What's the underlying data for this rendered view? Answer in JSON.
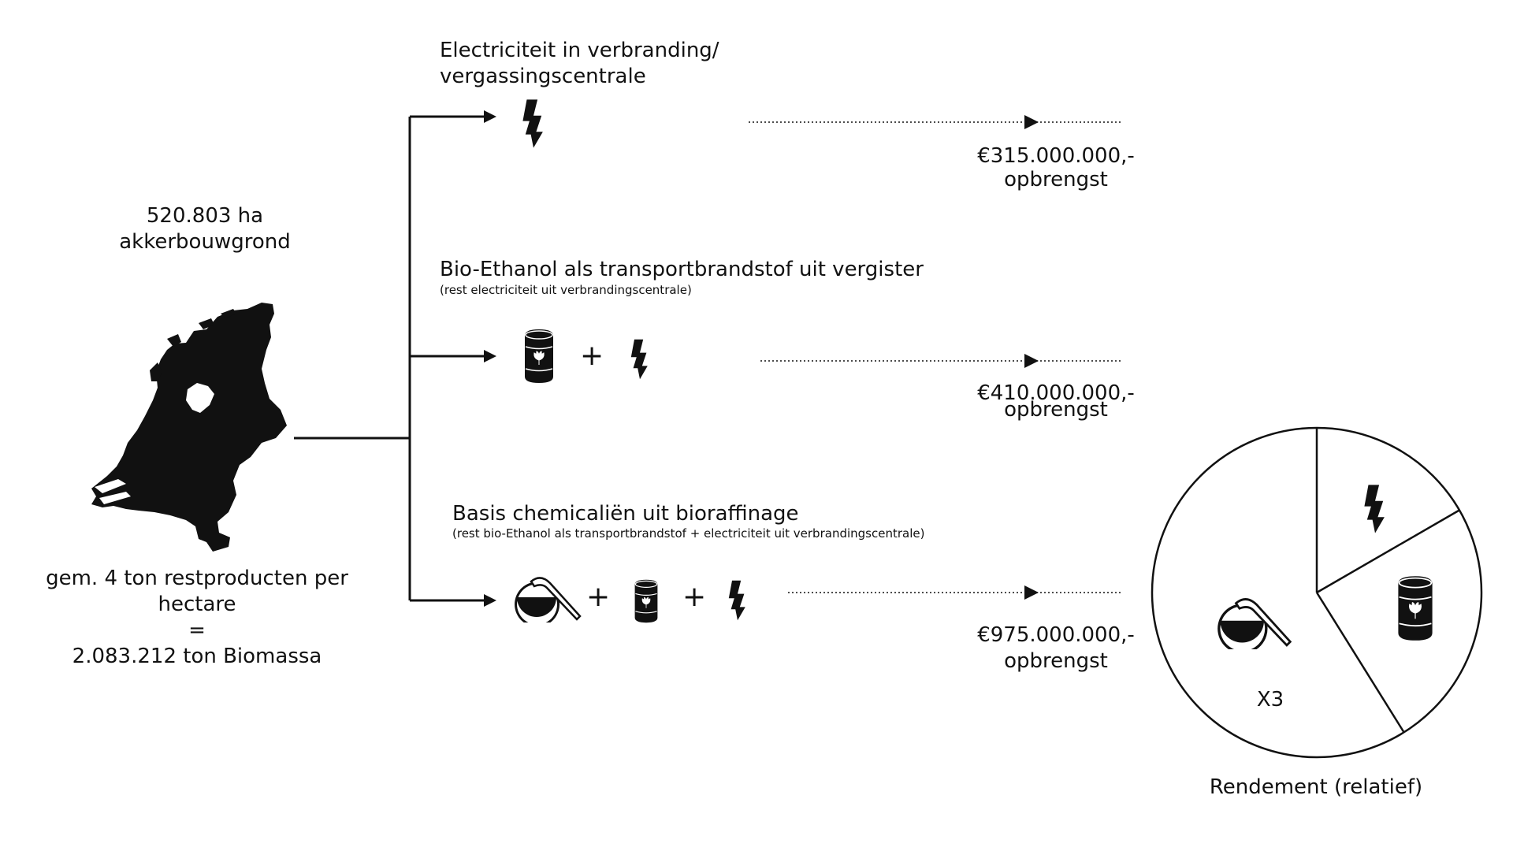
{
  "source": {
    "area_value": "520.803 ha",
    "area_label": "akkerbouwgrond",
    "formula_line1": "gem. 4 ton restproducten per hectare",
    "formula_equals": "=",
    "formula_line2": "2.083.212 ton Biomassa"
  },
  "routes": [
    {
      "title": "Electriciteit in verbranding/",
      "title_line2": "vergassingscentrale",
      "subtitle": "",
      "icons": [
        "lightning-icon"
      ],
      "amount": "€315.000.000,-",
      "amount_label": "opbrengst"
    },
    {
      "title": "Bio-Ethanol als transportbrandstof uit vergister",
      "subtitle": "(rest electriciteit uit verbrandingscentrale)",
      "icons": [
        "barrel-icon",
        "lightning-icon"
      ],
      "amount": "€410.000.000,-",
      "amount_label": "opbrengst"
    },
    {
      "title": "Basis chemicaliën uit bioraffinage",
      "subtitle": "(rest bio-Ethanol als transportbrandstof  + electriciteit uit verbrandingscentrale)",
      "icons": [
        "flask-icon",
        "barrel-icon",
        "lightning-icon"
      ],
      "amount": "€975.000.000,-",
      "amount_label": "opbrengst"
    }
  ],
  "plus": "+",
  "pie": {
    "multiplier": "X3",
    "label": "Rendement (relatief)",
    "segments": [
      {
        "icon": "flask-icon"
      },
      {
        "icon": "lightning-icon"
      },
      {
        "icon": "barrel-icon"
      }
    ]
  },
  "colors": {
    "ink": "#111111",
    "background": "#ffffff"
  }
}
